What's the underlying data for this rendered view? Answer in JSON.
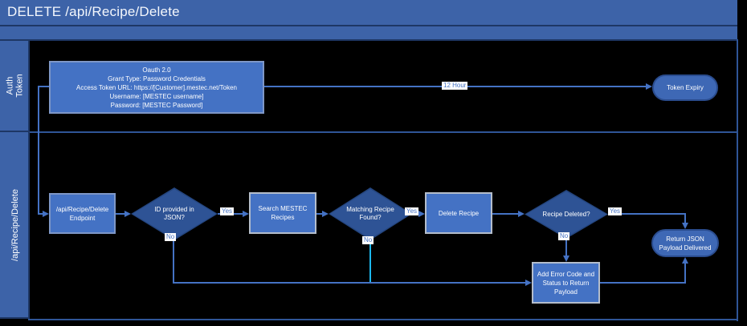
{
  "header": {
    "title": "DELETE /api/Recipe/Delete"
  },
  "lanes": [
    {
      "label": "Auth\nToken"
    },
    {
      "label": "/api/Recipe/Delete"
    }
  ],
  "nodes": {
    "oauth": {
      "type": "process",
      "text": "Oauth 2.0\nGrant Type: Password Credentials\nAccess Token URL: https://[Customer].mestec.net/Token\nUsername: [MESTEC username]\nPassword: [MESTEC Password]"
    },
    "token_expiry": {
      "type": "terminator",
      "text": "Token Expiry"
    },
    "endpoint": {
      "type": "process",
      "text": "/api/Recipe/Delete\nEndpoint"
    },
    "id_provided": {
      "type": "decision",
      "text": "ID provided in\nJSON?"
    },
    "search_recipes": {
      "type": "process",
      "text": "Search MESTEC\nRecipes"
    },
    "matching_found": {
      "type": "decision",
      "text": "Matching Recipe\nFound?"
    },
    "delete_recipe": {
      "type": "process",
      "text": "Delete Recipe"
    },
    "recipe_deleted": {
      "type": "decision",
      "text": "Recipe Deleted?"
    },
    "return_json": {
      "type": "terminator",
      "text": "Return JSON\nPayload Delivered"
    },
    "add_error": {
      "type": "process",
      "text": "Add Error Code and\nStatus to Return\nPayload"
    }
  },
  "edges": {
    "twelve_hour": "12 Hour",
    "yes_id": "Yes",
    "yes_matching": "Yes",
    "yes_deleted": "Yes",
    "no_id": "No",
    "no_matching": "No",
    "no_deleted": "No"
  },
  "colors": {
    "background": "#000000",
    "header_blue": "#3D63A8",
    "header_border": "#1E3765",
    "lane_border": "#2F5597",
    "process_fill": "#4472C4",
    "decision_fill": "#2E5395",
    "terminator_fill": "#3E68B5",
    "connector": "#4472C4",
    "no_matching_connector": "#1CB8EE",
    "edge_label_text": "#4472C4",
    "text": "#FFFFFF"
  }
}
